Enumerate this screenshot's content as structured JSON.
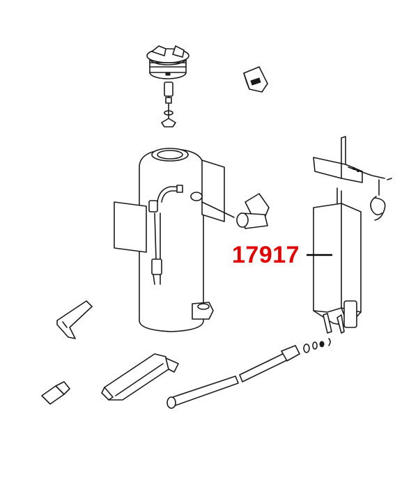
{
  "diagram": {
    "callout": {
      "part_number": "17917",
      "color": "#e00000"
    },
    "parts": [
      "fill-cap",
      "pressure-valve",
      "cap-clip",
      "tank",
      "hose-assembly",
      "elbow-fitting",
      "bracket-hanger",
      "hitch-pin-chain",
      "storage-holder",
      "clamp-bracket",
      "nozzle",
      "shutoff-valve",
      "spray-wand",
      "o-ring-set"
    ]
  }
}
